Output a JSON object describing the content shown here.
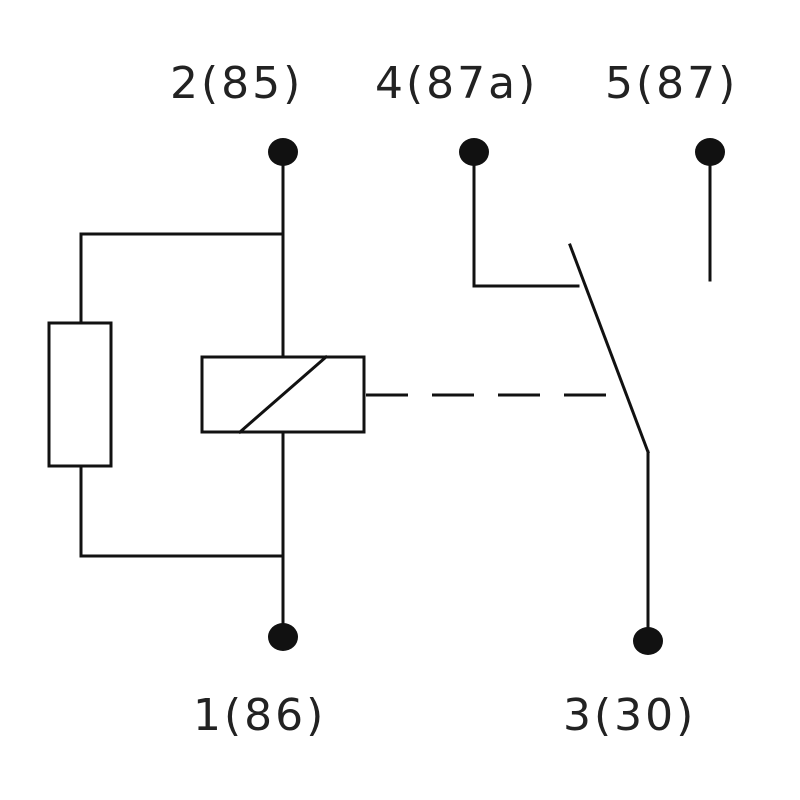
{
  "pins": {
    "pin2": "2(85)",
    "pin4": "4(87a)",
    "pin5": "5(87)",
    "pin1": "1(86)",
    "pin3": "3(30)"
  },
  "colors": {
    "line": "#111111",
    "text": "#222222",
    "background": "#ffffff"
  }
}
